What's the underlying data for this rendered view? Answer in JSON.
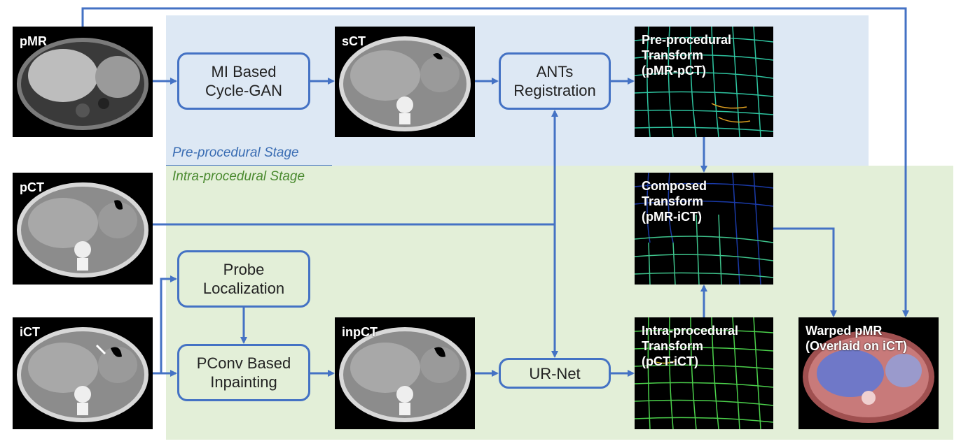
{
  "stages": {
    "pre": "Pre-procedural  Stage",
    "intra": "Intra-procedural  Stage"
  },
  "images": {
    "pmr": "pMR",
    "sct": "sCT",
    "pct": "pCT",
    "ict": "iCT",
    "inpct": "inpCT"
  },
  "transforms": {
    "pre": "Pre-procedural\nTransform\n(pMR-pCT)",
    "composed": "Composed\nTransform\n(pMR-iCT)",
    "intra": "Intra-procedural\nTransform\n(pCT-iCT)",
    "warped": "Warped pMR\n(Overlaid on iCT)"
  },
  "boxes": {
    "cyclegan": "MI Based\nCycle-GAN",
    "ants": "ANTs\nRegistration",
    "probe": "Probe\nLocalization",
    "pconv": "PConv Based\nInpainting",
    "urnet": "UR-Net"
  },
  "colors": {
    "arrow": "#4472c4",
    "pre_stage_bg": "#dde8f4",
    "intra_stage_bg": "#e3efd8",
    "pre_label": "#3a6db3",
    "intra_label": "#4a8a2f"
  }
}
